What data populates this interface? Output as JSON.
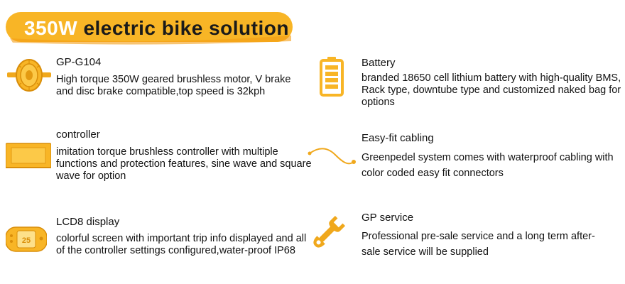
{
  "banner": {
    "highlight": "350W",
    "title": "electric bike solution"
  },
  "colors": {
    "accent": "#f8b526",
    "accent_dark": "#d98e0a",
    "text": "#111111"
  },
  "features": [
    {
      "icon": "motor-icon",
      "title": "GP-G104",
      "description": "High torque 350W geared brushless motor, V brake and disc brake compatible,top speed is 32kph"
    },
    {
      "icon": "battery-icon",
      "title": "Battery",
      "description": "branded 18650 cell lithium battery with high-quality BMS, Rack type, downtube type and customized naked bag for options"
    },
    {
      "icon": "controller-icon",
      "title": "controller",
      "description": "imitation torque brushless controller with multiple functions and protection features, sine wave and square wave for option"
    },
    {
      "icon": "cable-icon",
      "title": "Easy-fit cabling",
      "description": "Greenpedel system comes with  waterproof cabling with color coded easy fit connectors"
    },
    {
      "icon": "lcd-display-icon",
      "title": "LCD8 display",
      "description": "colorful screen with important trip info displayed and all of the controller settings configured,water-proof IP68"
    },
    {
      "icon": "wrench-icon",
      "title": "GP service",
      "description": "Professional pre-sale service and a long term after-sale service will be supplied"
    }
  ]
}
